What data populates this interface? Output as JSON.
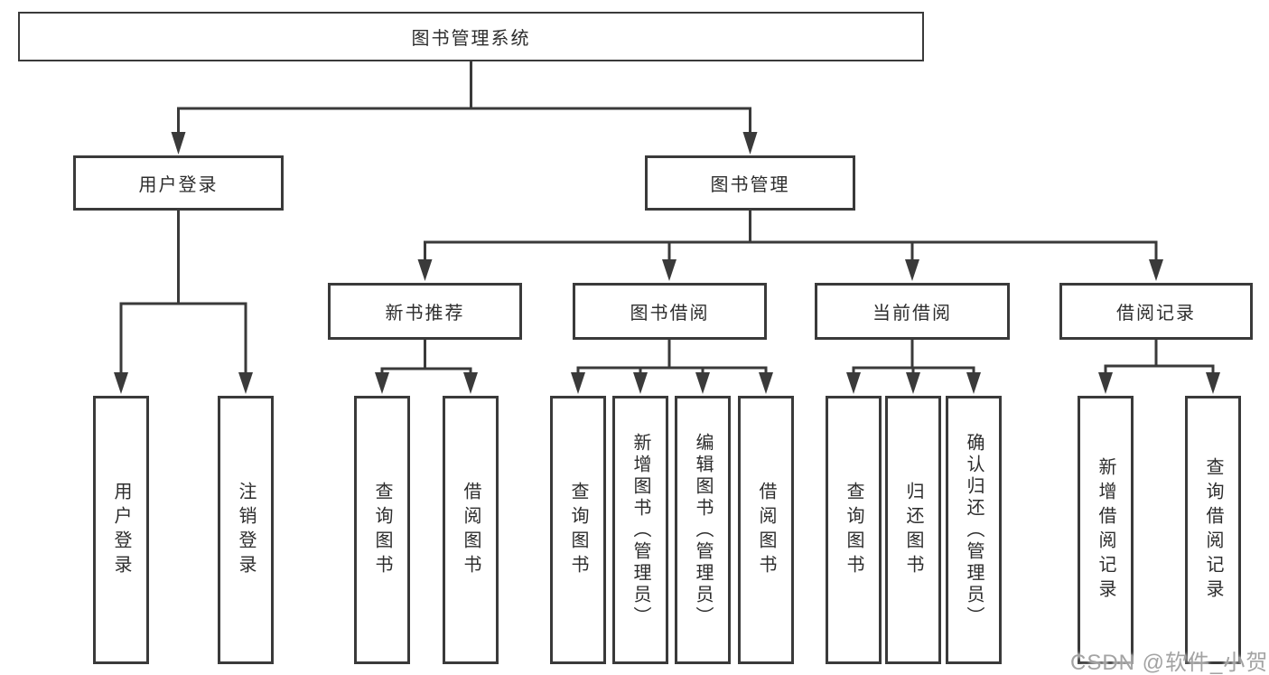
{
  "diagram_title": "图书管理系统",
  "tree": {
    "label": "图书管理系统",
    "children": [
      {
        "label": "用户登录",
        "children": [
          {
            "label": "用户登录"
          },
          {
            "label": "注销登录"
          }
        ]
      },
      {
        "label": "图书管理",
        "children": [
          {
            "label": "新书推荐",
            "children": [
              {
                "label": "查询图书"
              },
              {
                "label": "借阅图书"
              }
            ]
          },
          {
            "label": "图书借阅",
            "children": [
              {
                "label": "查询图书"
              },
              {
                "label": "新增图书（管理员）"
              },
              {
                "label": "编辑图书（管理员）"
              },
              {
                "label": "借阅图书"
              }
            ]
          },
          {
            "label": "当前借阅",
            "children": [
              {
                "label": "查询图书"
              },
              {
                "label": "归还图书"
              },
              {
                "label": "确认归还（管理员）"
              }
            ]
          },
          {
            "label": "借阅记录",
            "children": [
              {
                "label": "新增借阅记录"
              },
              {
                "label": "查询借阅记录"
              }
            ]
          }
        ]
      }
    ]
  },
  "watermark": {
    "text": "CSDN @软件_小贺同学"
  },
  "colors": {
    "background": "#ffffff",
    "box_fill": "#ffffff",
    "box_border": "#3a3a3a",
    "connector_line": "#3a3a3a",
    "text": "#2d2d2d",
    "watermark_text": "#9e9e9e"
  }
}
